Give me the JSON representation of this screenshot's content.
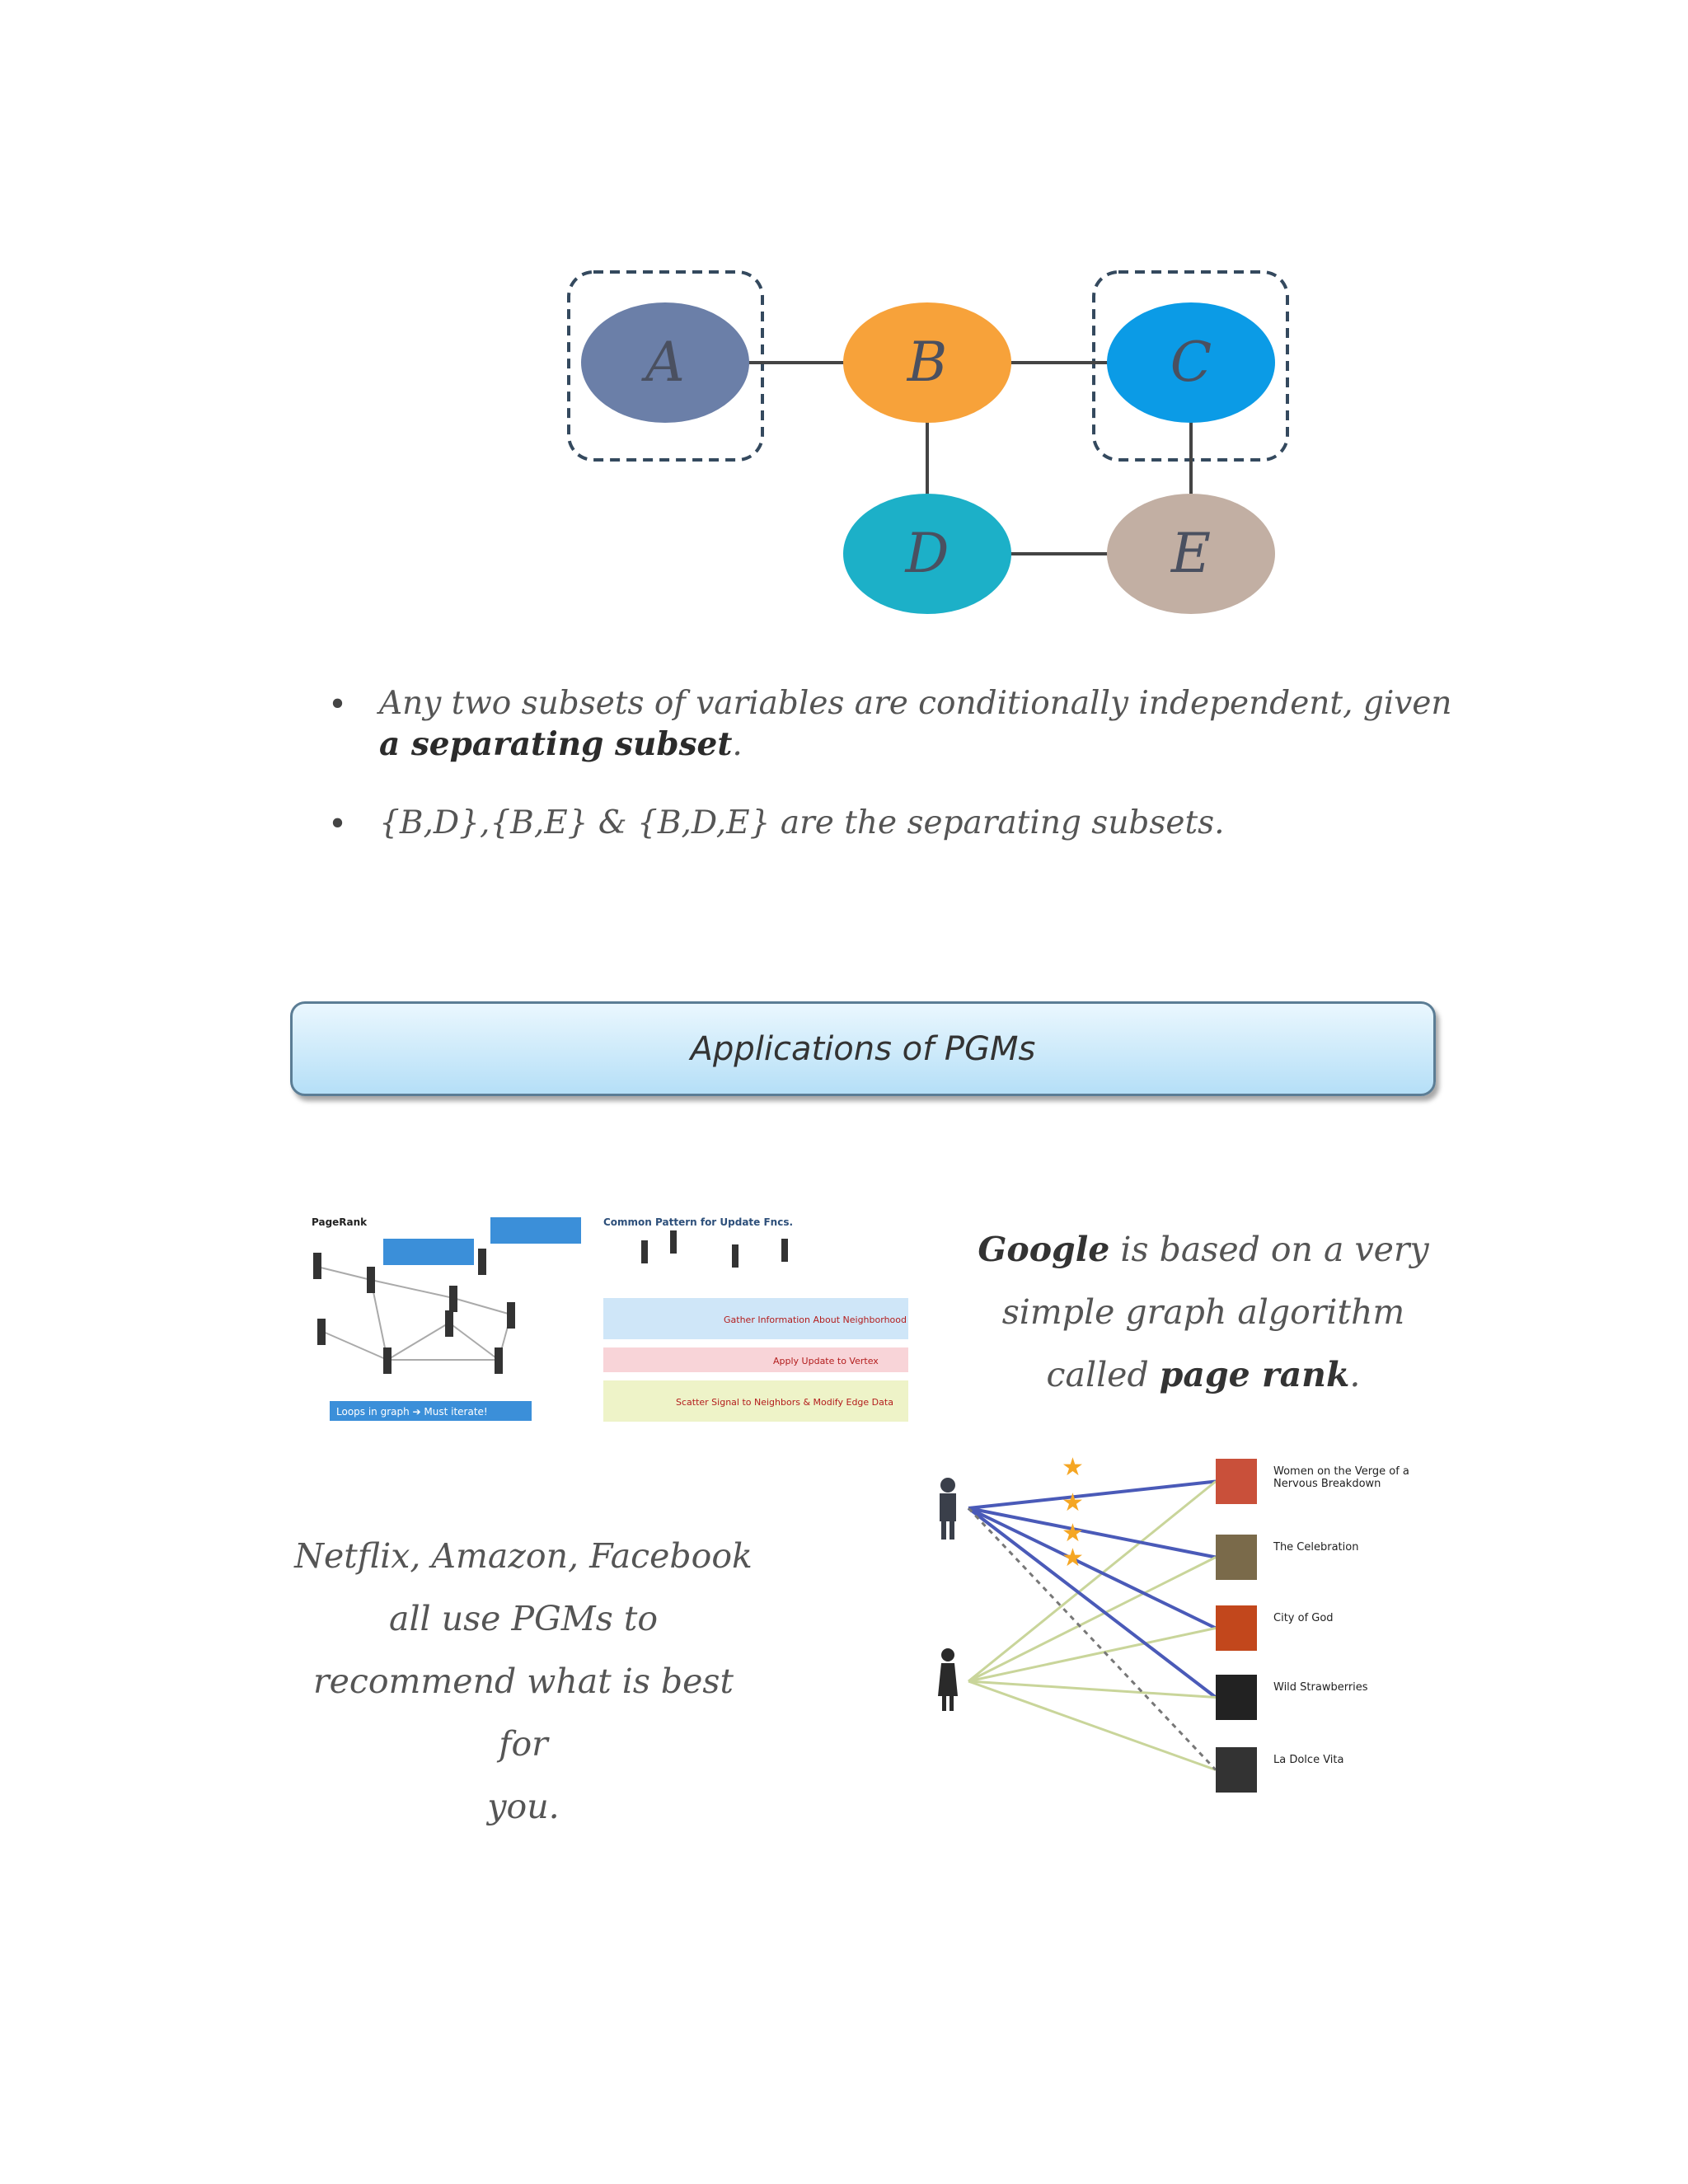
{
  "graph": {
    "nodes": [
      {
        "id": "A",
        "label": "A",
        "color": "#6b7fa8"
      },
      {
        "id": "B",
        "label": "B",
        "color": "#f7a23a"
      },
      {
        "id": "C",
        "label": "C",
        "color": "#0b9be6"
      },
      {
        "id": "D",
        "label": "D",
        "color": "#1cb0c8"
      },
      {
        "id": "E",
        "label": "E",
        "color": "#c2afa3"
      }
    ],
    "edges": [
      [
        "A",
        "B"
      ],
      [
        "B",
        "C"
      ],
      [
        "B",
        "D"
      ],
      [
        "D",
        "E"
      ],
      [
        "C",
        "E"
      ]
    ],
    "dashed_groups": [
      "A",
      "C"
    ]
  },
  "bullets": {
    "b1_text": "Any two subsets of variables are conditionally independent, given ",
    "b1_bold": "a separating subset",
    "b1_end": ".",
    "b2_text": "{B,D},{B,E} & {B,D,E} are the separating subsets."
  },
  "banner": {
    "title": "Applications of PGMs"
  },
  "google": {
    "bold1": "Google",
    "text1": " is based on a very",
    "text2": "simple graph algorithm",
    "text3": "called ",
    "bold2": "page rank",
    "text4": "."
  },
  "netflix": {
    "line1": "Netflix, Amazon, Facebook",
    "line2": "all use PGMs to",
    "line3": "recommend what is best for",
    "line4": "you."
  },
  "pagerank_img": {
    "title": "PageRank",
    "callout": "Loops in graph ➔ Must iterate!"
  },
  "pattern_img": {
    "title": "Common Pattern for Update Fncs.",
    "gather": "Gather Information About Neighborhood",
    "apply": "Apply Update to Vertex",
    "scatter": "Scatter Signal to Neighbors & Modify Edge Data"
  },
  "movies": [
    {
      "title": "Women on the Verge of a Nervous Breakdown",
      "color": "#c9503a"
    },
    {
      "title": "The Celebration",
      "color": "#7a6a4a"
    },
    {
      "title": "City of God",
      "color": "#c2471c"
    },
    {
      "title": "Wild Strawberries",
      "color": "#222222"
    },
    {
      "title": "La Dolce Vita",
      "color": "#333333"
    }
  ]
}
